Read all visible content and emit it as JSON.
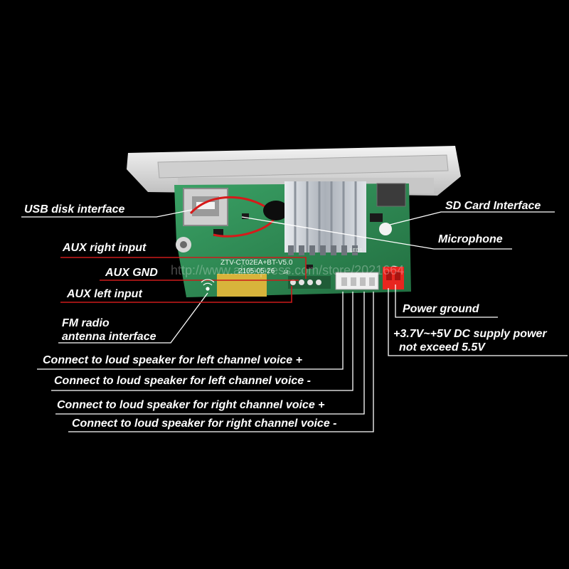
{
  "board": {
    "model_text": "ZTV-CT02EA+BT-V5.0",
    "date_text": "2105-05-26",
    "led_text": "LED1",
    "j4_text": "J4",
    "watermark": "http://www.aliexpress.com/store/2021664"
  },
  "labels": {
    "usb": "USB disk interface",
    "sd": "SD Card Interface",
    "mic": "Microphone",
    "aux_right": "AUX right input",
    "aux_gnd": "AUX GND",
    "aux_left": "AUX left input",
    "fm_line1": "FM radio",
    "fm_line2": "antenna interface",
    "power_ground": "Power ground",
    "supply_line1": "+3.7V~+5V DC supply power",
    "supply_line2": "not exceed 5.5V",
    "spk_left_pos": "Connect to loud speaker for left channel voice +",
    "spk_left_neg": "Connect to loud speaker for left channel voice  -",
    "spk_right_pos": "Connect to loud speaker for right channel voice +",
    "spk_right_neg": "Connect to loud speaker for right channel voice -"
  },
  "colors": {
    "background": "#000000",
    "pcb": "#2e8c54",
    "panel": "#dcdcdc",
    "heatsink": "#c8ccd2",
    "connector_red": "#e8261f",
    "aux_line_red": "#cc1a1a",
    "label_text": "#ffffff",
    "leader_line": "#ffffff"
  }
}
